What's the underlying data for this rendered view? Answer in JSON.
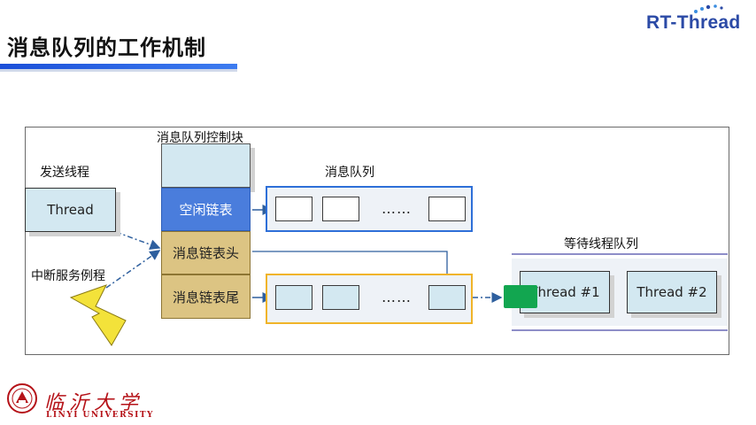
{
  "header": {
    "title": "消息队列的工作机制",
    "brand": "RT-Thread"
  },
  "footer": {
    "university_cn": "临沂大学",
    "university_en": "LINYI UNIVERSITY"
  },
  "diagram": {
    "send_thread_label": "发送线程",
    "send_thread_box": "Thread",
    "isr_label": "中断服务例程",
    "control_block_label": "消息队列控制块",
    "free_list": "空闲链表",
    "msg_head": "消息链表头",
    "msg_tail": "消息链表尾",
    "queue_label": "消息队列",
    "ellipsis": "……",
    "wait_queue_label": "等待线程队列",
    "thread1": "Thread #1",
    "thread2": "Thread #2",
    "colors": {
      "blue_border": "#2e6fd8",
      "free_fill": "#4a7ddc",
      "head_fill": "#dcc483",
      "cell_fill": "#d3e8f1",
      "orange_border": "#f0b429",
      "green": "#12a650",
      "lightning": "#f3e23a"
    }
  }
}
